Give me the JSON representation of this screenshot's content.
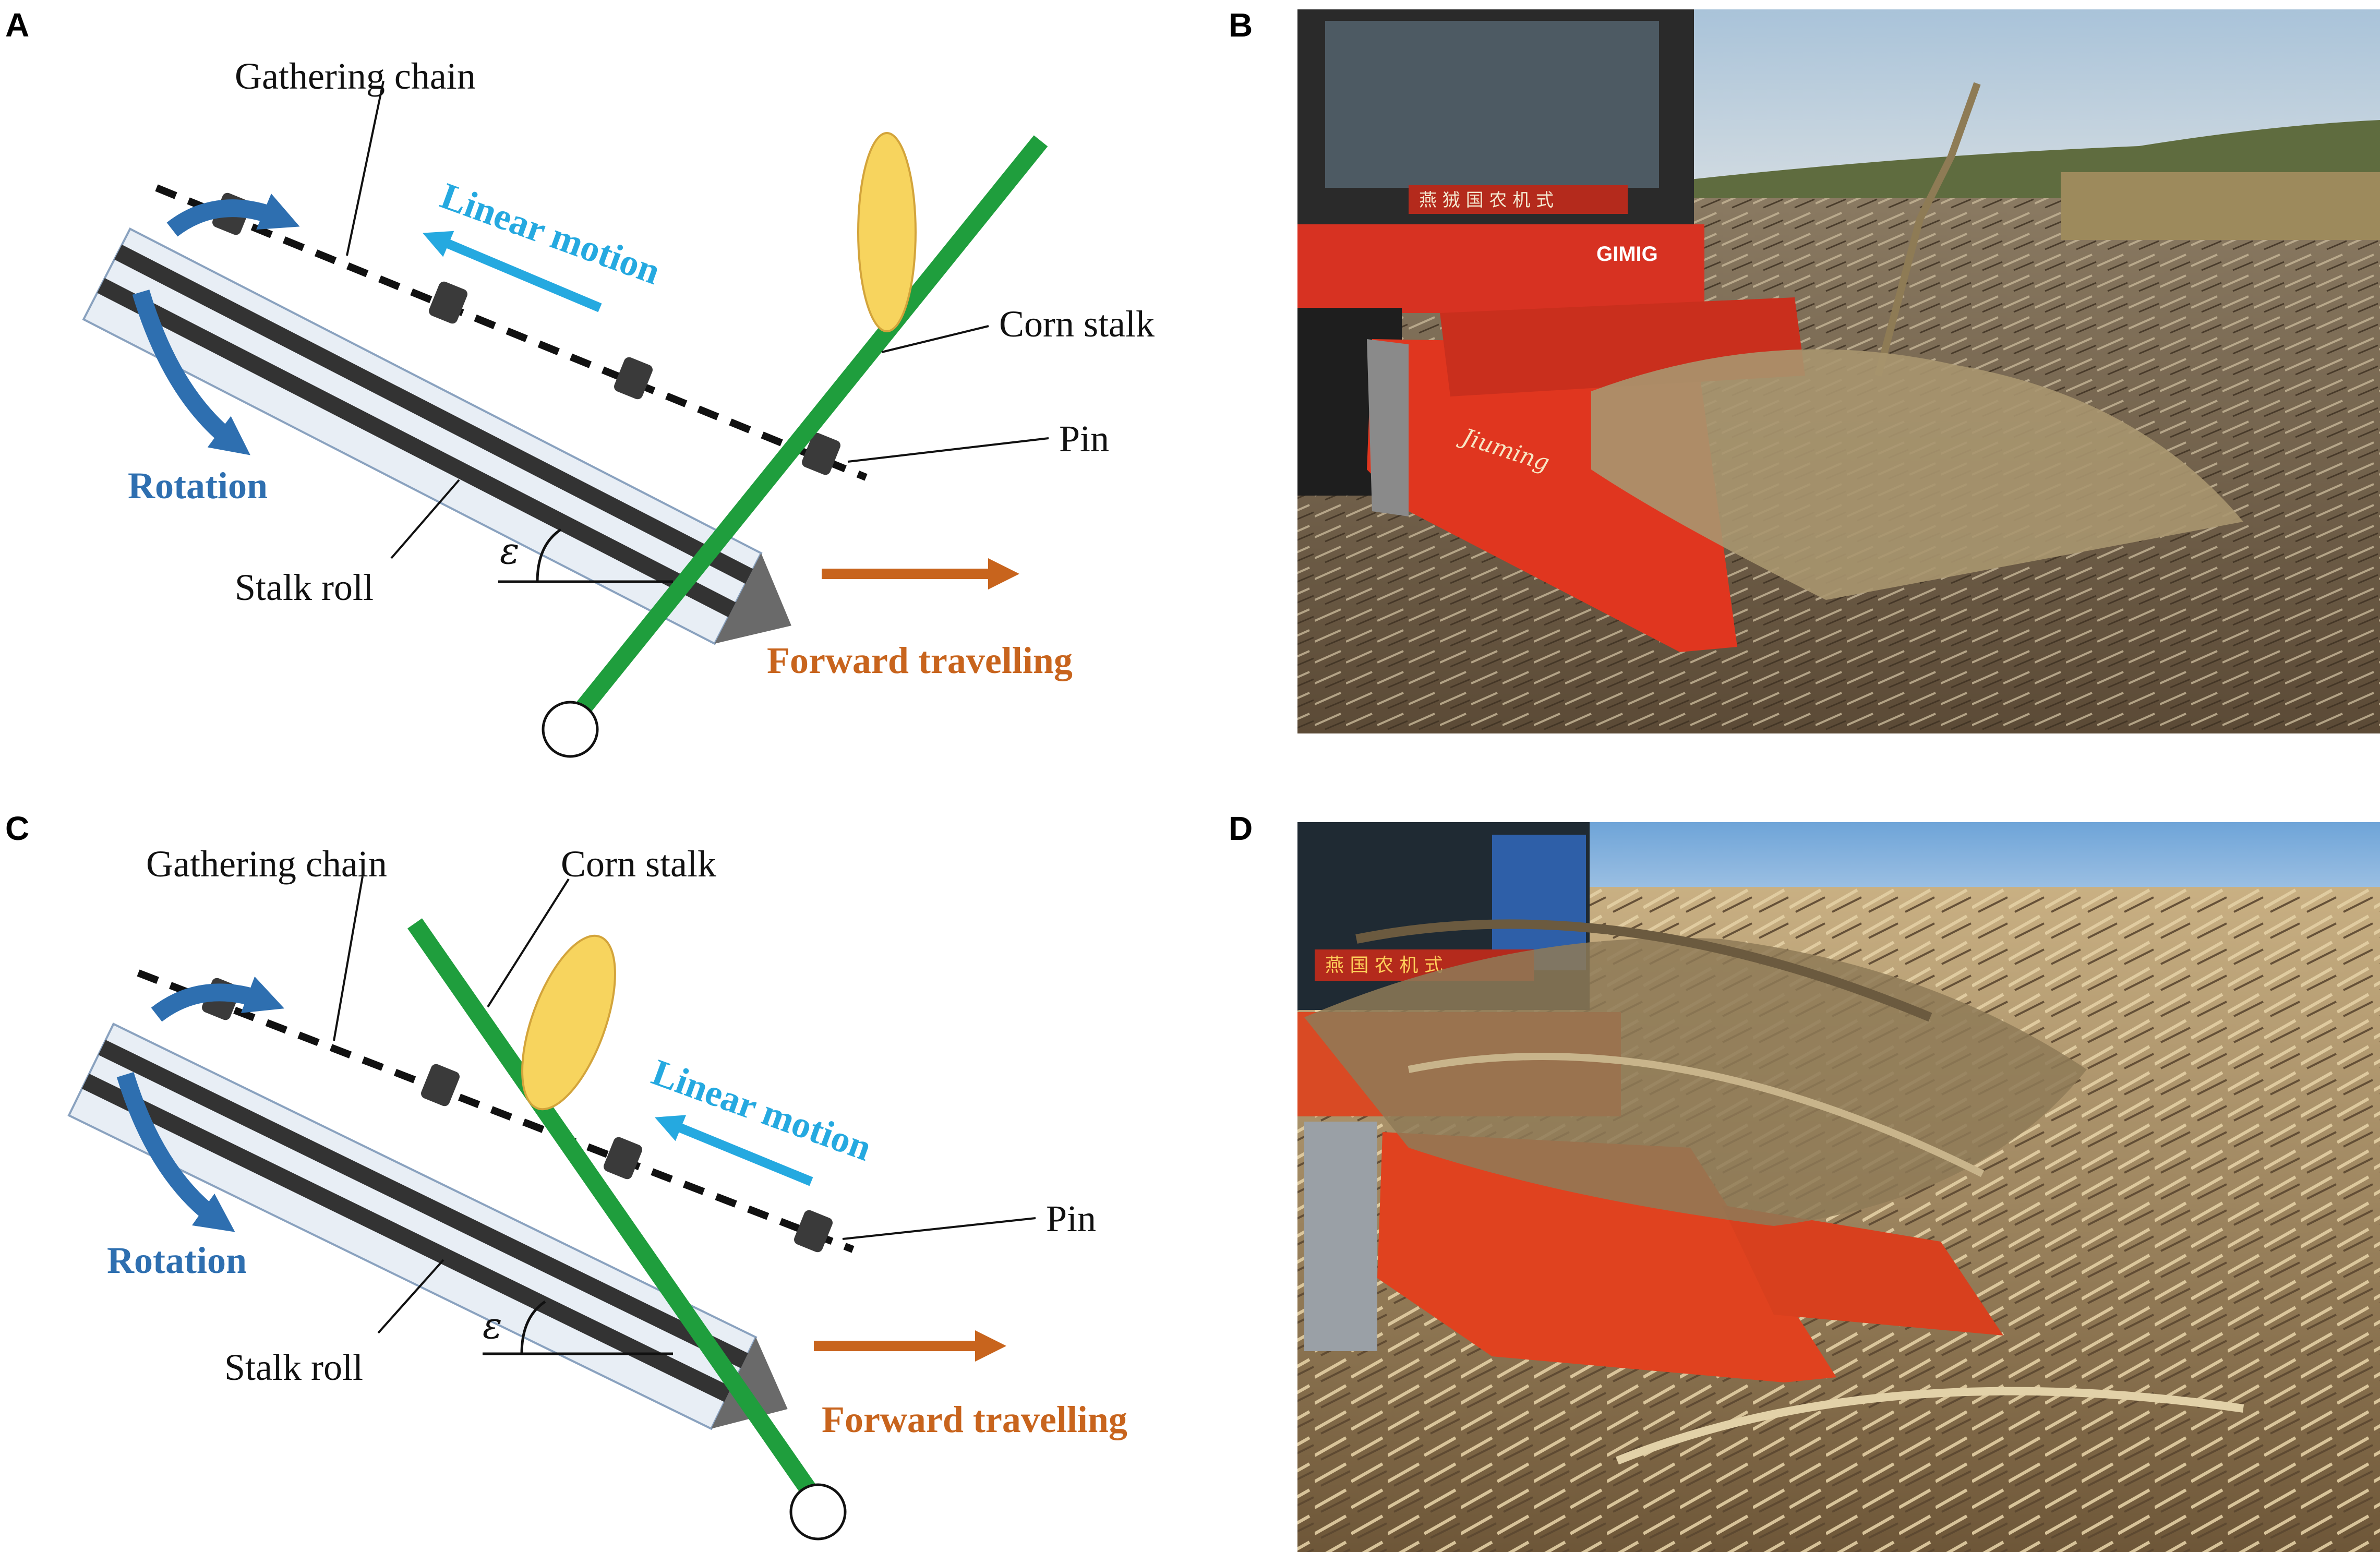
{
  "figure": {
    "panels": [
      {
        "letter": "A",
        "labels": {
          "gathering_chain": "Gathering chain",
          "linear_motion": "Linear motion",
          "corn_stalk": "Corn stalk",
          "pin": "Pin",
          "rotation": "Rotation",
          "stalk_roll": "Stalk roll",
          "forward_travelling": "Forward travelling",
          "angle_symbol": "ε"
        }
      },
      {
        "letter": "B",
        "photo": {
          "machine_badge": "GIMIG",
          "header_brand": "Jiuming",
          "cab_banner": "燕 狨 国 农 机 式"
        }
      },
      {
        "letter": "C",
        "labels": {
          "gathering_chain": "Gathering chain",
          "corn_stalk": "Corn stalk",
          "linear_motion": "Linear motion",
          "pin": "Pin",
          "rotation": "Rotation",
          "stalk_roll": "Stalk roll",
          "forward_travelling": "Forward travelling",
          "angle_symbol": "ε"
        }
      },
      {
        "letter": "D",
        "photo": {
          "cab_banner": "燕 国 农 机 式"
        }
      }
    ]
  },
  "colors": {
    "stalk_green": "#1f9e3d",
    "ear_yellow": "#f7d45e",
    "rotation_blue": "#2e6fb0",
    "linear_motion_cyan": "#25a9e0",
    "forward_orange": "#c8641d",
    "roll_dark": "#333333",
    "roll_light": "#e8eef5",
    "cone_gray": "#6a6a6a"
  }
}
